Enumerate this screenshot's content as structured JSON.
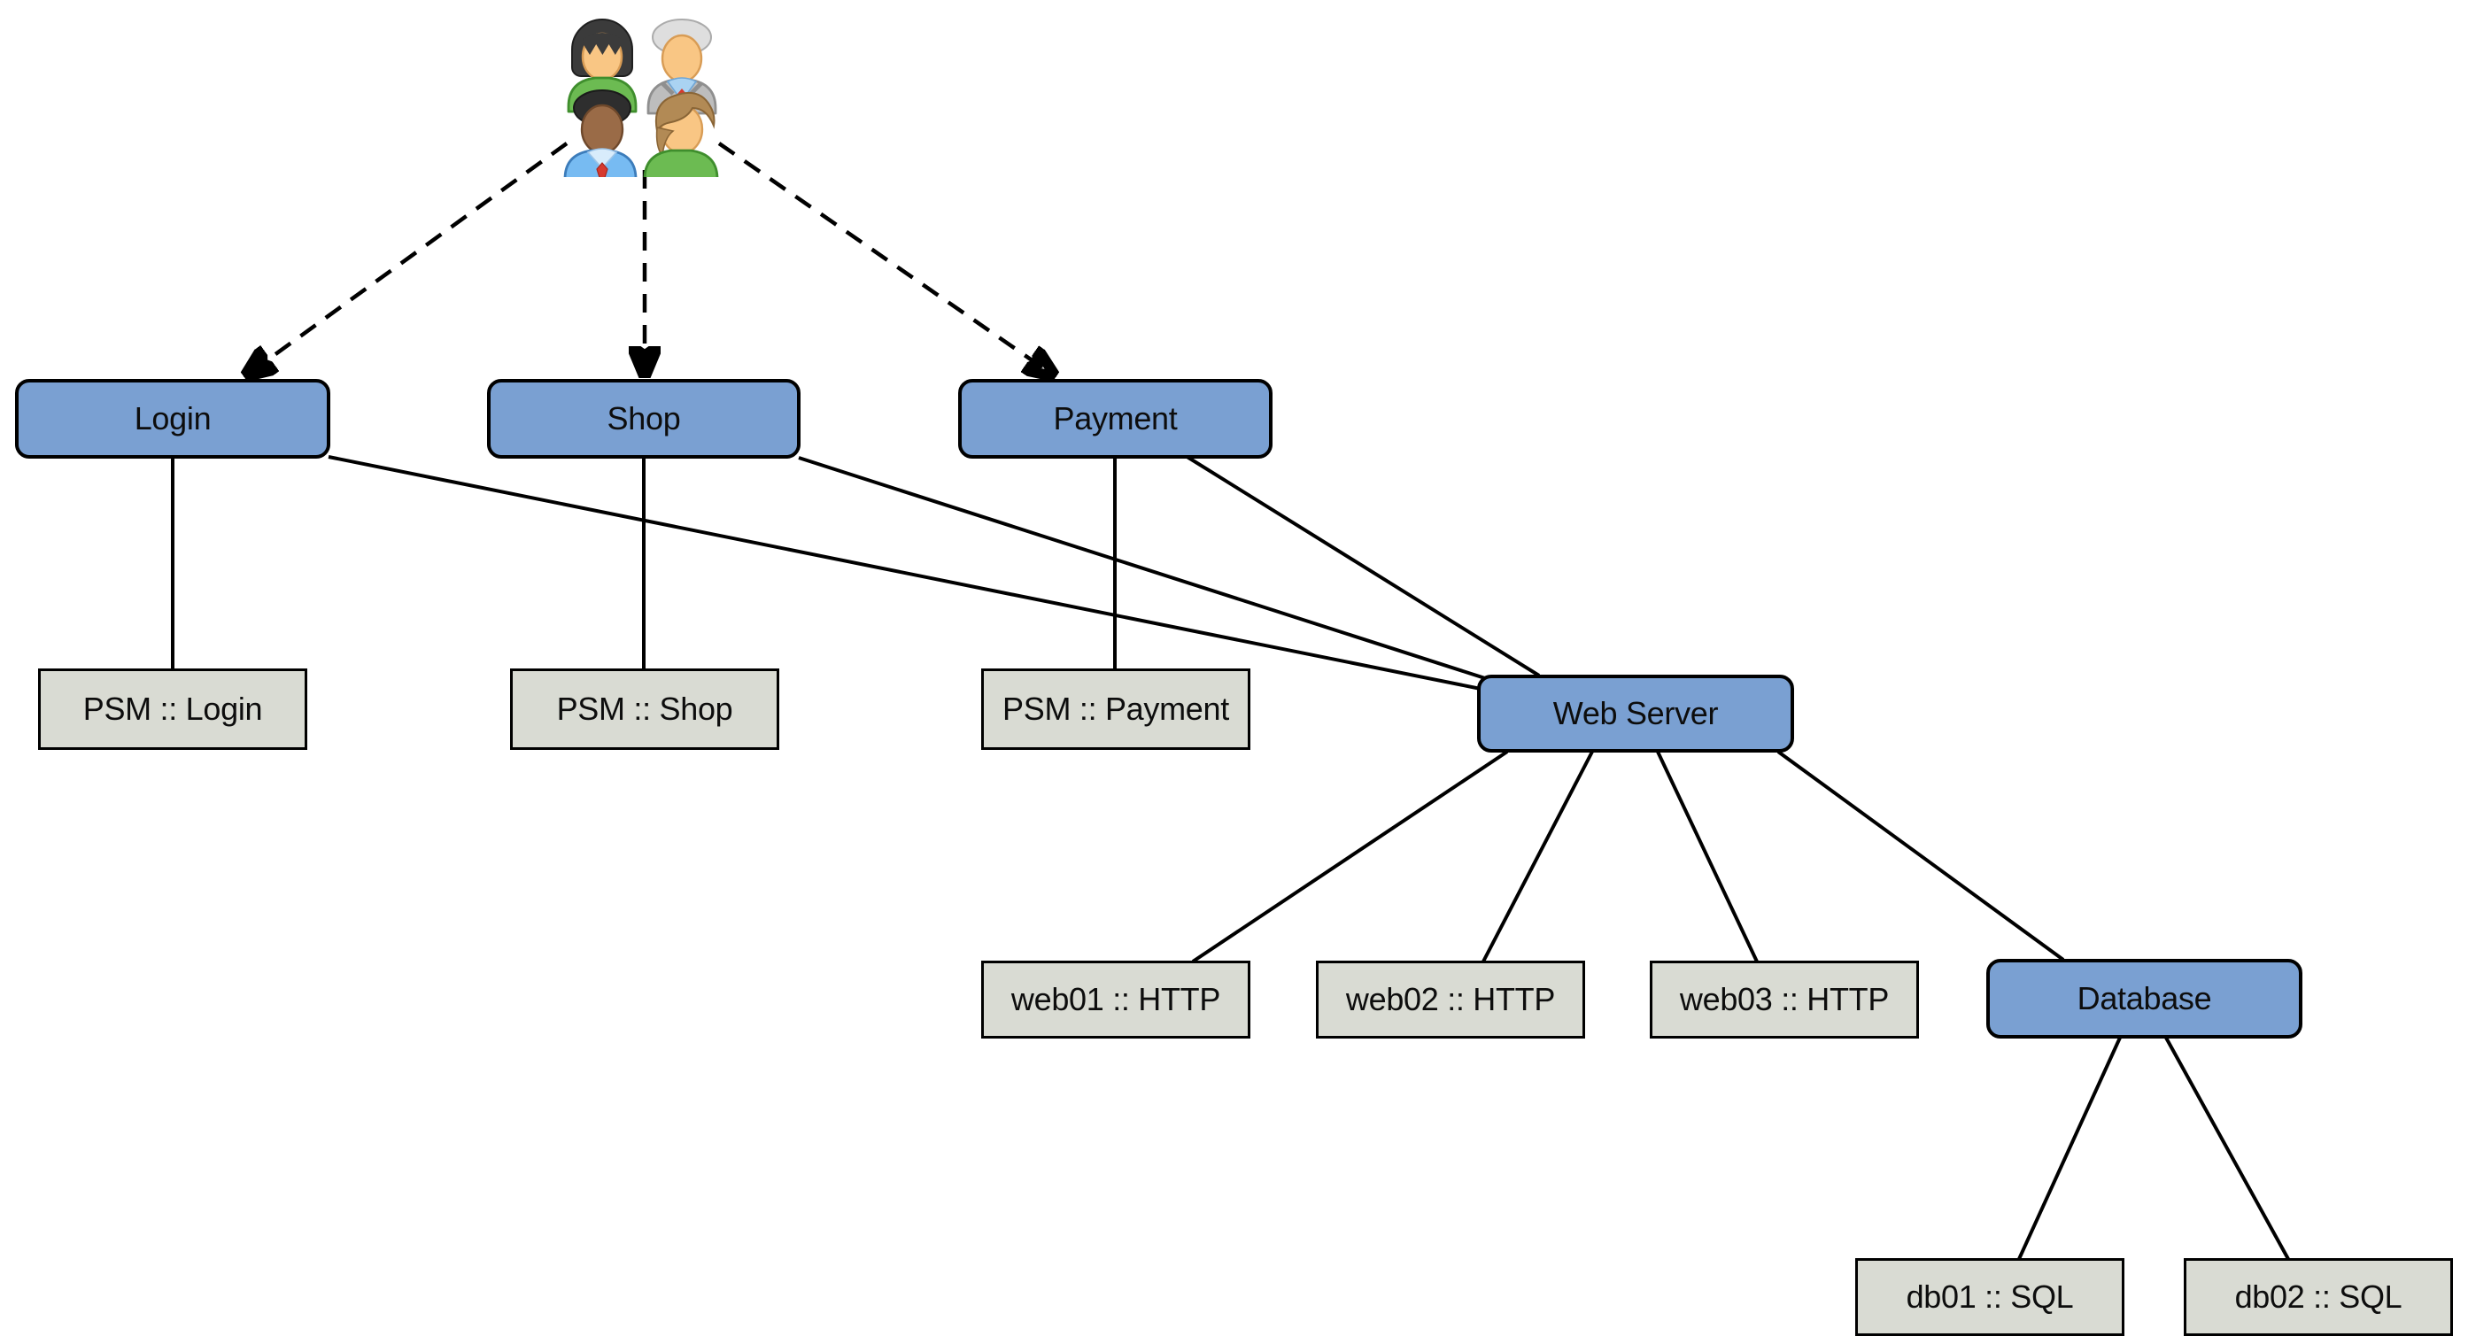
{
  "diagram": {
    "users_icon": "users-group-icon",
    "nodes": [
      {
        "id": "login",
        "label": "Login",
        "type": "service"
      },
      {
        "id": "shop",
        "label": "Shop",
        "type": "service"
      },
      {
        "id": "payment",
        "label": "Payment",
        "type": "service"
      },
      {
        "id": "psm-login",
        "label": "PSM :: Login",
        "type": "check"
      },
      {
        "id": "psm-shop",
        "label": "PSM :: Shop",
        "type": "check"
      },
      {
        "id": "psm-payment",
        "label": "PSM :: Payment",
        "type": "check"
      },
      {
        "id": "webserver",
        "label": "Web Server",
        "type": "service"
      },
      {
        "id": "web01",
        "label": "web01 :: HTTP",
        "type": "check"
      },
      {
        "id": "web02",
        "label": "web02 :: HTTP",
        "type": "check"
      },
      {
        "id": "web03",
        "label": "web03 :: HTTP",
        "type": "check"
      },
      {
        "id": "database",
        "label": "Database",
        "type": "service"
      },
      {
        "id": "db01",
        "label": "db01 :: SQL",
        "type": "check"
      },
      {
        "id": "db02",
        "label": "db02 :: SQL",
        "type": "check"
      }
    ],
    "edges": [
      {
        "from": "users",
        "to": "login",
        "style": "dashed-arrow"
      },
      {
        "from": "users",
        "to": "shop",
        "style": "dashed-arrow"
      },
      {
        "from": "users",
        "to": "payment",
        "style": "dashed-arrow"
      },
      {
        "from": "login",
        "to": "psm-login",
        "style": "line"
      },
      {
        "from": "shop",
        "to": "psm-shop",
        "style": "line"
      },
      {
        "from": "payment",
        "to": "psm-payment",
        "style": "line"
      },
      {
        "from": "login",
        "to": "webserver",
        "style": "line"
      },
      {
        "from": "shop",
        "to": "webserver",
        "style": "line"
      },
      {
        "from": "payment",
        "to": "webserver",
        "style": "line"
      },
      {
        "from": "webserver",
        "to": "web01",
        "style": "line"
      },
      {
        "from": "webserver",
        "to": "web02",
        "style": "line"
      },
      {
        "from": "webserver",
        "to": "web03",
        "style": "line"
      },
      {
        "from": "webserver",
        "to": "database",
        "style": "line"
      },
      {
        "from": "database",
        "to": "db01",
        "style": "line"
      },
      {
        "from": "database",
        "to": "db02",
        "style": "line"
      }
    ],
    "colors": {
      "service_fill": "#7AA0D2",
      "service_border": "#000000",
      "check_fill": "#D9DBD3",
      "check_border": "#000000",
      "edge": "#000000",
      "background": "#FFFFFF"
    }
  }
}
